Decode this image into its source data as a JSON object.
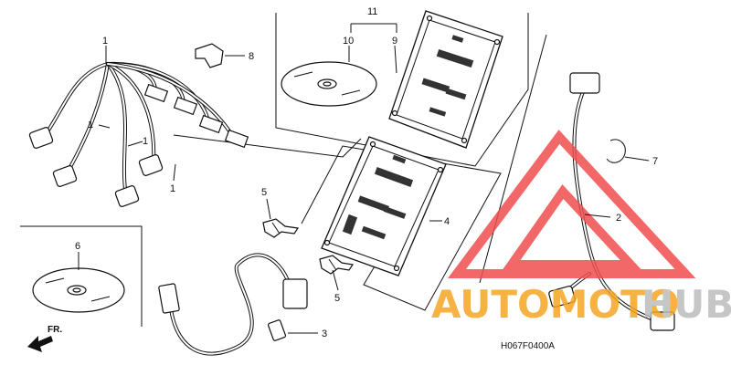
{
  "diagram": {
    "code": "H067F0400A",
    "front_label": "FR.",
    "callouts": {
      "c1a": "1",
      "c1b": "1",
      "c1c": "1",
      "c1d": "1",
      "c2": "2",
      "c3": "3",
      "c4": "4",
      "c5a": "5",
      "c5b": "5",
      "c6": "6",
      "c7": "7",
      "c8": "8",
      "c9": "9",
      "c10": "10",
      "c11": "11"
    }
  },
  "watermark": {
    "text_left": "AUTOMOTO",
    "text_right": "HUB",
    "color_triangle": "#f04d4d",
    "color_text_left": "#f5a623",
    "color_text_right": "#bdbdbd"
  }
}
